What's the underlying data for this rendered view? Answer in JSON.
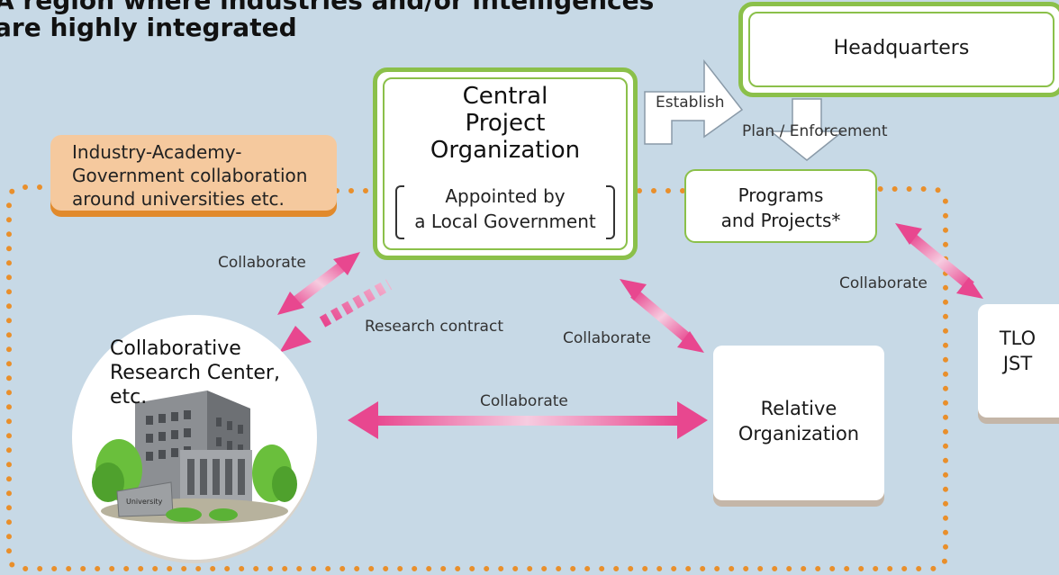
{
  "title": {
    "line1": "A region where industries and/or intelligences",
    "line2": "are highly integrated"
  },
  "industry_academy": {
    "lines": [
      "Industry-Academy-",
      "Government collaboration",
      "around universities etc."
    ]
  },
  "central": {
    "title_lines": [
      "Central",
      "Project",
      "Organization"
    ],
    "sub_lines": [
      "Appointed by",
      "a Local Government"
    ]
  },
  "headquarters": {
    "label": "Headquarters"
  },
  "programs": {
    "lines": [
      "Programs",
      "and Projects*"
    ]
  },
  "relative": {
    "lines": [
      "Relative",
      "Organization"
    ]
  },
  "tlo": {
    "lines": [
      "TLO",
      "JST"
    ]
  },
  "research_center": {
    "lines": [
      "Collaborative",
      "Research Center,",
      "etc."
    ],
    "sign": "University"
  },
  "labels": {
    "establish": "Establish",
    "plan_enforcement": "Plan / Enforcement",
    "collaborate_left": "Collaborate",
    "research_contract": "Research contract",
    "collaborate_mid": "Collaborate",
    "collaborate_bottom": "Collaborate",
    "collaborate_right": "Collaborate"
  },
  "colors": {
    "background": "#c7d9e6",
    "green": "#8bc04a",
    "orange": "#e98f2b",
    "pink": "#e8478f",
    "peach": "#f5c99e"
  }
}
